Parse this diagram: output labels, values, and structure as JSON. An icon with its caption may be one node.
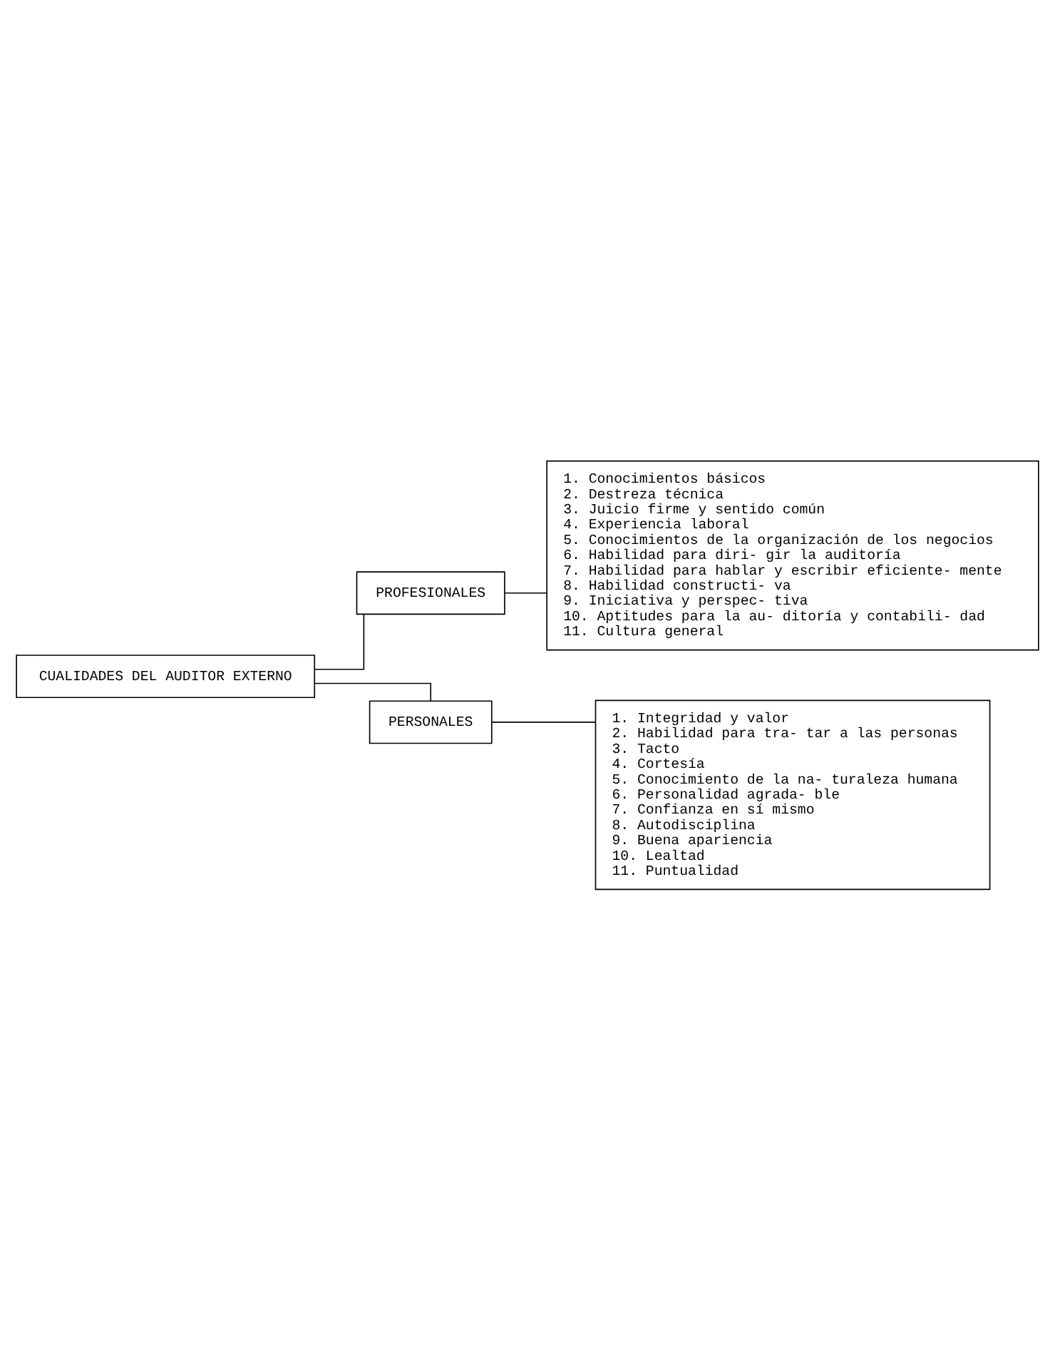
{
  "diagram": {
    "nodes": [
      {
        "text": [
          "1. Conocimientos básicos",
          "2. Destreza técnica",
          "3. Juicio firme y sentido común",
          "4. Experiencia laboral",
          "5. Conocimientos de la organización de los negocios",
          "6. Habilidad para diri- gir la auditoría",
          "7. Habilidad para hablar y escribir eficiente- mente",
          "8. Habilidad constructi- va",
          "9. Iniciativa y perspec- tiva",
          "10. Aptitudes para la au- ditoría y contabili- dad",
          "11. Cultura general"
        ]
      },
      {
        "text": [
          "PROFESIONALES"
        ]
      },
      {
        "text": [
          "CUALIDADES DEL AUDITOR EXTERNO"
        ]
      },
      {
        "text": [
          "PERSONALES"
        ]
      },
      {
        "text": [
          "1. Integridad y valor",
          "2. Habilidad para tra- tar a las personas",
          "3. Tacto",
          "4. Cortesía",
          "5. Conocimiento de la na- turaleza humana",
          "6. Personalidad agrada- ble",
          "7. Confianza en sí mismo",
          "8. Autodisciplina",
          "9. Buena apariencia",
          "10. Lealtad",
          "11. Puntualidad"
        ]
      }
    ],
    "edges": [
      {
        "from": 2,
        "to": 1,
        "arrow": "none"
      },
      {
        "from": 2,
        "to": 3,
        "arrow": "none"
      },
      {
        "from": 1,
        "to": 0,
        "arrow": "none"
      },
      {
        "from": 3,
        "to": 4,
        "arrow": "none"
      }
    ]
  }
}
